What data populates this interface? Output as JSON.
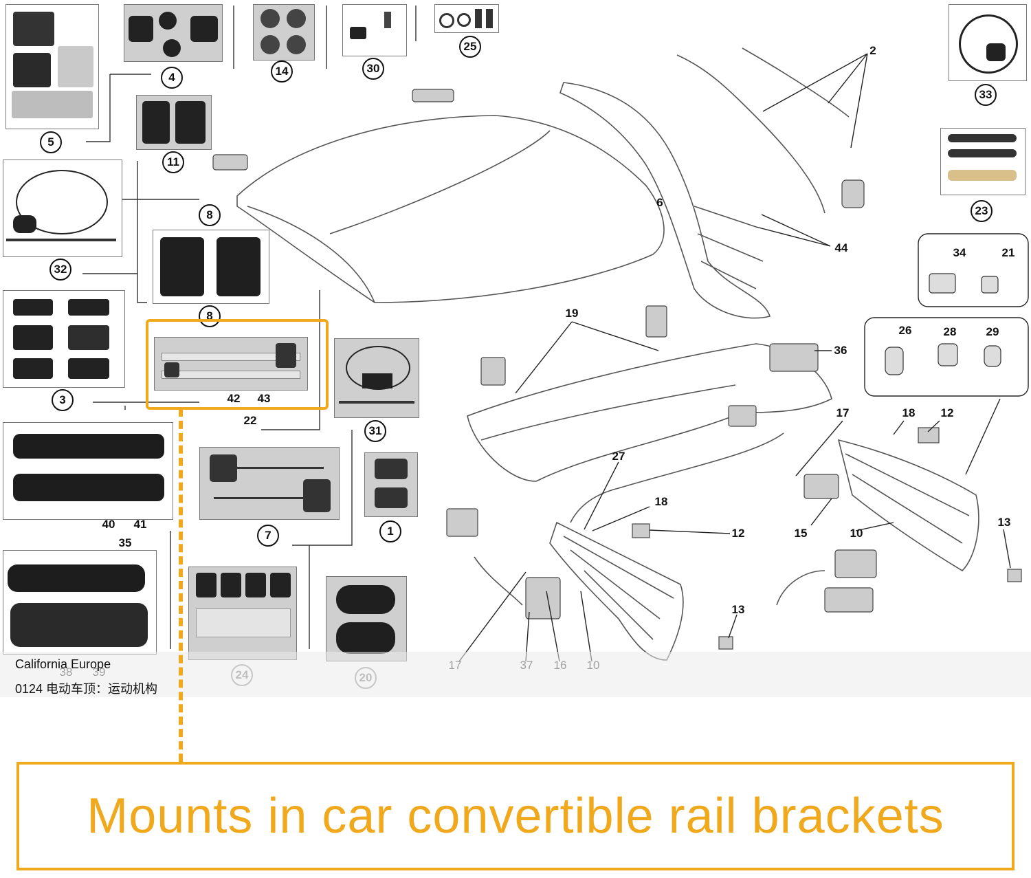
{
  "colors": {
    "accent": "#f0a81c",
    "line": "#222222"
  },
  "callouts": {
    "c1": "1",
    "c3": "3",
    "c4": "4",
    "c5": "5",
    "c7": "7",
    "c8a": "8",
    "c8b": "8",
    "c11": "11",
    "c14": "14",
    "c20": "20",
    "c23": "23",
    "c24": "24",
    "c25": "25",
    "c30": "30",
    "c31": "31",
    "c32": "32",
    "c33": "33"
  },
  "labels": {
    "n2": "2",
    "n6": "6",
    "n10a": "10",
    "n10b": "10",
    "n12a": "12",
    "n12b": "12",
    "n13a": "13",
    "n13b": "13",
    "n15": "15",
    "n16": "16",
    "n17a": "17",
    "n17b": "17",
    "n18a": "18",
    "n18b": "18",
    "n19": "19",
    "n21": "21",
    "n22": "22",
    "n26": "26",
    "n27": "27",
    "n28": "28",
    "n29": "29",
    "n34": "34",
    "n35": "35",
    "n36": "36",
    "n37": "37",
    "n38": "38",
    "n39": "39",
    "n40": "40",
    "n41": "41",
    "n42": "42",
    "n43": "43",
    "n44": "44"
  },
  "footer": {
    "line1": "California Europe",
    "line2": "0124 电动车顶：运动机构"
  },
  "banner": {
    "text": "Mounts in car convertible rail brackets"
  }
}
